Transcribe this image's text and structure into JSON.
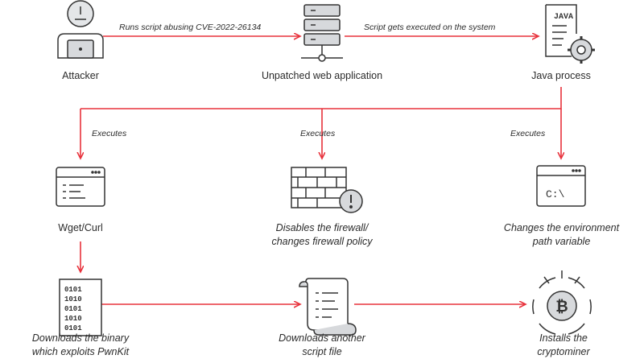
{
  "colors": {
    "edge": "#e8323c",
    "icon_stroke": "#333333",
    "icon_fill": "#d7d9dc",
    "icon_fill_light": "#e4e6e8"
  },
  "nodes": {
    "attacker": {
      "label": "Attacker",
      "icon": "attacker-icon"
    },
    "web_app": {
      "label": "Unpatched web application",
      "icon": "server-icon"
    },
    "java": {
      "label": "Java process",
      "icon_text": "JAVA",
      "icon": "java-document-gear-icon"
    },
    "wget": {
      "label": "Wget/Curl",
      "icon": "terminal-window-icon"
    },
    "firewall": {
      "label_line1": "Disables the firewall/",
      "label_line2": "changes firewall policy",
      "icon": "firewall-warning-icon"
    },
    "env_path": {
      "label_line1": "Changes the environment",
      "label_line2": "path variable",
      "icon_text": "C:\\",
      "icon": "console-window-icon"
    },
    "binary": {
      "label_line1": "Downloads the binary",
      "label_line2": "which exploits PwnKit",
      "icon_text": "0101",
      "icon": "binary-file-icon"
    },
    "script": {
      "label_line1": "Downloads another",
      "label_line2": "script file",
      "icon": "script-scroll-icon"
    },
    "miner": {
      "label_line1": "Installs the",
      "label_line2": "cryptominer",
      "icon_text": "₿",
      "icon": "bitcoin-icon"
    }
  },
  "edges": {
    "attacker_to_web": "Runs script abusing CVE-2022-26134",
    "web_to_java": "Script gets executed on the system",
    "exec_left": "Executes",
    "exec_mid": "Executes",
    "exec_right": "Executes"
  }
}
